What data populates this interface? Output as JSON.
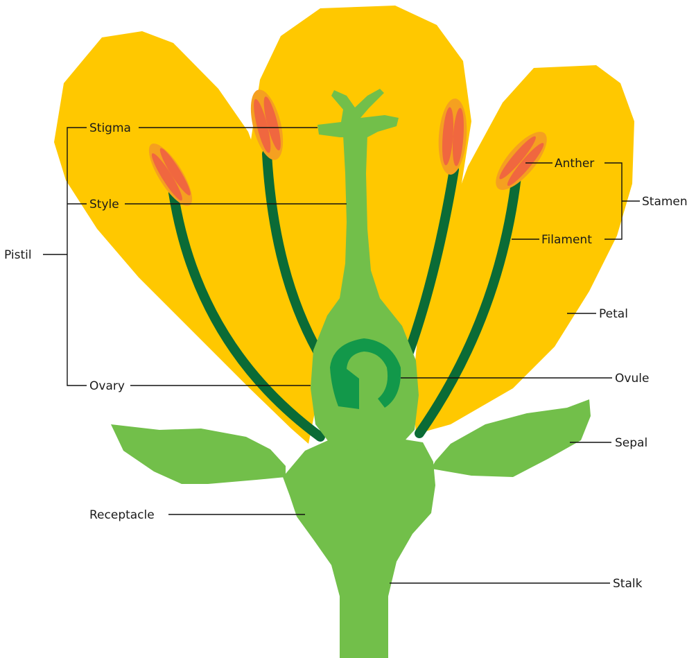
{
  "colors": {
    "petal": "#ffc800",
    "green_light": "#72bf4a",
    "green_dark": "#0b6b36",
    "green_mid": "#12984a",
    "anther_outer": "#f5a020",
    "anther_inner": "#f0673f",
    "line": "#111111"
  },
  "labels": {
    "stigma": "Stigma",
    "style": "Style",
    "pistil": "Pistil",
    "ovary": "Ovary",
    "anther": "Anther",
    "filament": "Filament",
    "stamen": "Stamen",
    "petal": "Petal",
    "ovule": "Ovule",
    "sepal": "Sepal",
    "receptacle": "Receptacle",
    "stalk": "Stalk"
  }
}
